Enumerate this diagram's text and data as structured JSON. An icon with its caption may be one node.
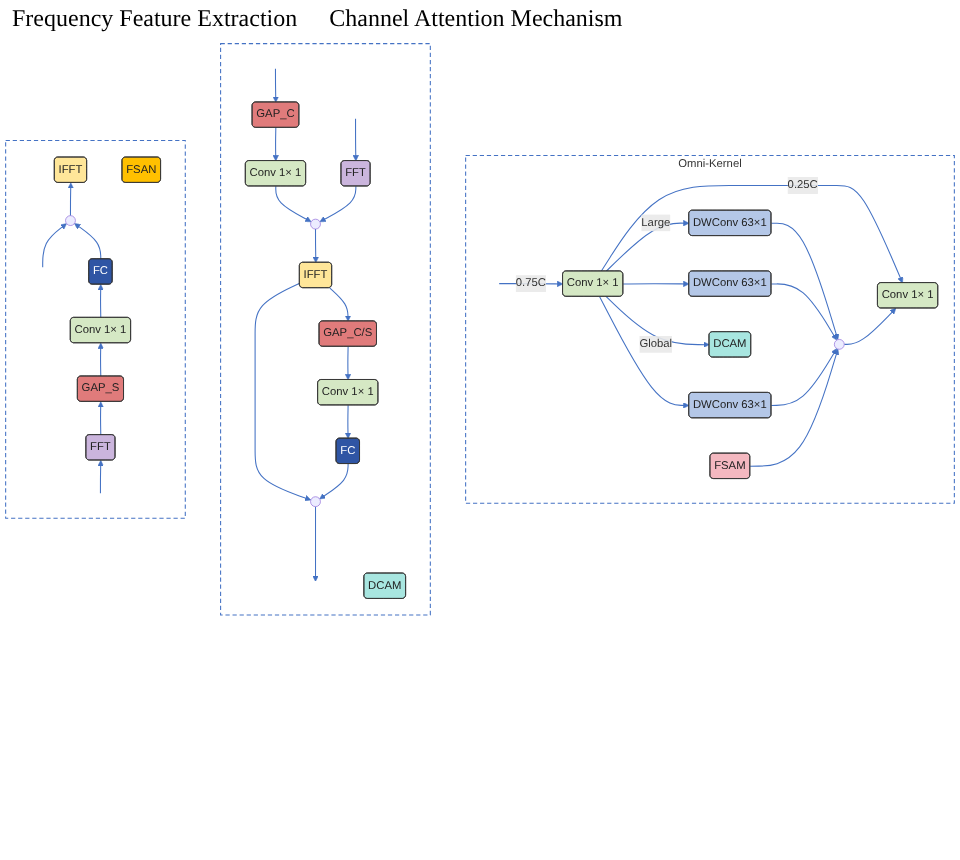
{
  "diagram": {
    "nodes": [
      {
        "text": [
          "Omni-Kernel"
        ]
      },
      {
        "text": [
          "Conv 1× 1"
        ],
        "in": 0
      },
      {
        "text": [
          "DWConv 63×1"
        ],
        "in": 0
      },
      {
        "text": [
          "DWConv 63×1"
        ],
        "in": 0
      },
      {
        "text": [
          "DWConv 63×1"
        ],
        "in": 0
      },
      {
        "text": [
          "DCAM"
        ],
        "in": 0
      },
      {
        "text": [
          "FSAM"
        ],
        "in": 0
      },
      {
        "text": [],
        "shape": "circle",
        "in": 0
      },
      {
        "text": [
          "Conv 1× 1"
        ],
        "in": 0
      },
      {
        "text": [],
        "shape": "box"
      },
      {
        "text": [
          "IFFT"
        ],
        "in": 9
      },
      {
        "text": [],
        "shape": "circle",
        "in": 9
      },
      {
        "text": [
          "Conv 1× 1"
        ],
        "in": 9
      },
      {
        "text": [
          "GAP_C"
        ],
        "in": 9
      },
      {
        "text": [
          "FFT"
        ],
        "in": 9
      },
      {
        "text": [
          "DCAM"
        ],
        "in": 9
      },
      {
        "text": [
          "GAP_C/S"
        ],
        "in": 9
      },
      {
        "text": [
          "Conv 1× 1"
        ],
        "in": 9
      },
      {
        "text": [
          "FC"
        ],
        "in": 9
      },
      {
        "text": [],
        "shape": "circle",
        "in": 9
      },
      {
        "text": [],
        "shape": "box"
      },
      {
        "text": [
          "IFFT"
        ],
        "in": 20
      },
      {
        "text": [],
        "shape": "circle",
        "in": 20
      },
      {
        "text": [
          "FC"
        ],
        "in": 20
      },
      {
        "text": [
          "Conv 1× 1"
        ],
        "in": 20
      },
      {
        "text": [
          "GAP_S"
        ],
        "in": 20
      },
      {
        "text": [
          "FFT"
        ],
        "in": 20
      },
      {
        "text": [
          "FSAN"
        ],
        "in": 20
      }
    ],
    "edges": [
      {
        "from": null,
        "to": 1,
        "arrow": "to",
        "label": "0.75C"
      },
      {
        "from": 1,
        "to": 8,
        "arrow": "to",
        "label": "0.25C"
      },
      {
        "from": 1,
        "to": 2,
        "arrow": "to",
        "label": "Large"
      },
      {
        "from": 1,
        "to": 3,
        "arrow": "to"
      },
      {
        "from": 1,
        "to": 4,
        "arrow": "to"
      },
      {
        "from": 1,
        "to": 5,
        "arrow": "to",
        "label": "Global"
      },
      {
        "from": 2,
        "to": 7,
        "arrow": "to"
      },
      {
        "from": 3,
        "to": 7,
        "arrow": "to"
      },
      {
        "from": 4,
        "to": 7,
        "arrow": "to"
      },
      {
        "from": 6,
        "to": 7,
        "arrow": "to"
      },
      {
        "from": 7,
        "to": 8,
        "arrow": "to"
      },
      {
        "from": null,
        "to": 13,
        "arrow": "to"
      },
      {
        "from": null,
        "to": 14,
        "arrow": "to"
      },
      {
        "from": 13,
        "to": 12,
        "arrow": "to"
      },
      {
        "from": 12,
        "to": 11,
        "arrow": "to"
      },
      {
        "from": 14,
        "to": 11,
        "arrow": "to"
      },
      {
        "from": 11,
        "to": 10,
        "arrow": "to"
      },
      {
        "from": 10,
        "to": 16,
        "arrow": "to"
      },
      {
        "from": 10,
        "to": 19,
        "arrow": "to"
      },
      {
        "from": 16,
        "to": 17,
        "arrow": "to"
      },
      {
        "from": 17,
        "to": 18,
        "arrow": "to"
      },
      {
        "from": 18,
        "to": 19,
        "arrow": "to"
      },
      {
        "from": 19,
        "to": null,
        "arrow": "to"
      },
      {
        "from": null,
        "to": 26,
        "arrow": "to"
      },
      {
        "from": null,
        "to": 22,
        "arrow": "to"
      },
      {
        "from": 26,
        "to": 25,
        "arrow": "to"
      },
      {
        "from": 25,
        "to": 24,
        "arrow": "to"
      },
      {
        "from": 24,
        "to": 23,
        "arrow": "to"
      },
      {
        "from": 23,
        "to": 22,
        "arrow": "to"
      },
      {
        "from": 22,
        "to": 21,
        "arrow": "to"
      }
    ],
    "labels": [
      "Frequency Feature Extraction",
      "Channel Attention Mechanism"
    ]
  }
}
